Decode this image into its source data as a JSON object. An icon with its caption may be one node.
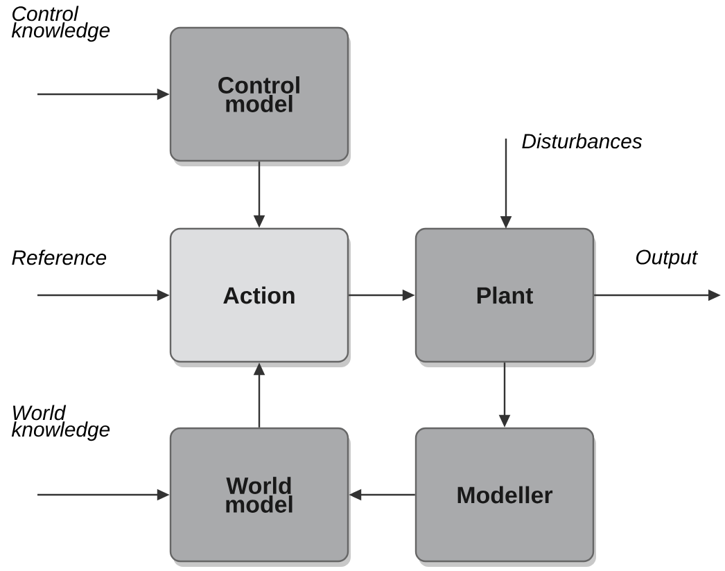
{
  "diagram": {
    "nodes": [
      {
        "text": [
          "Control model"
        ]
      },
      {
        "text": [
          "Action"
        ]
      },
      {
        "text": [
          "Plant"
        ]
      },
      {
        "text": [
          "World model"
        ]
      },
      {
        "text": [
          "Modeller"
        ]
      }
    ],
    "edges": [
      {
        "from": null,
        "to": 0,
        "arrow": "to",
        "label": "Control knowledge"
      },
      {
        "from": null,
        "to": 1,
        "arrow": "to",
        "label": "Reference"
      },
      {
        "from": null,
        "to": 3,
        "arrow": "to",
        "label": "World knowledge"
      },
      {
        "from": 0,
        "to": 1,
        "arrow": "to"
      },
      {
        "from": null,
        "to": 2,
        "arrow": "to",
        "label": "Disturbances"
      },
      {
        "from": 1,
        "to": 2,
        "arrow": "to"
      },
      {
        "from": 2,
        "to": null,
        "arrow": "to",
        "label": "Output"
      },
      {
        "from": 2,
        "to": 4,
        "arrow": "to"
      },
      {
        "from": 4,
        "to": 3,
        "arrow": "to"
      },
      {
        "from": 3,
        "to": 1,
        "arrow": "to"
      }
    ]
  }
}
